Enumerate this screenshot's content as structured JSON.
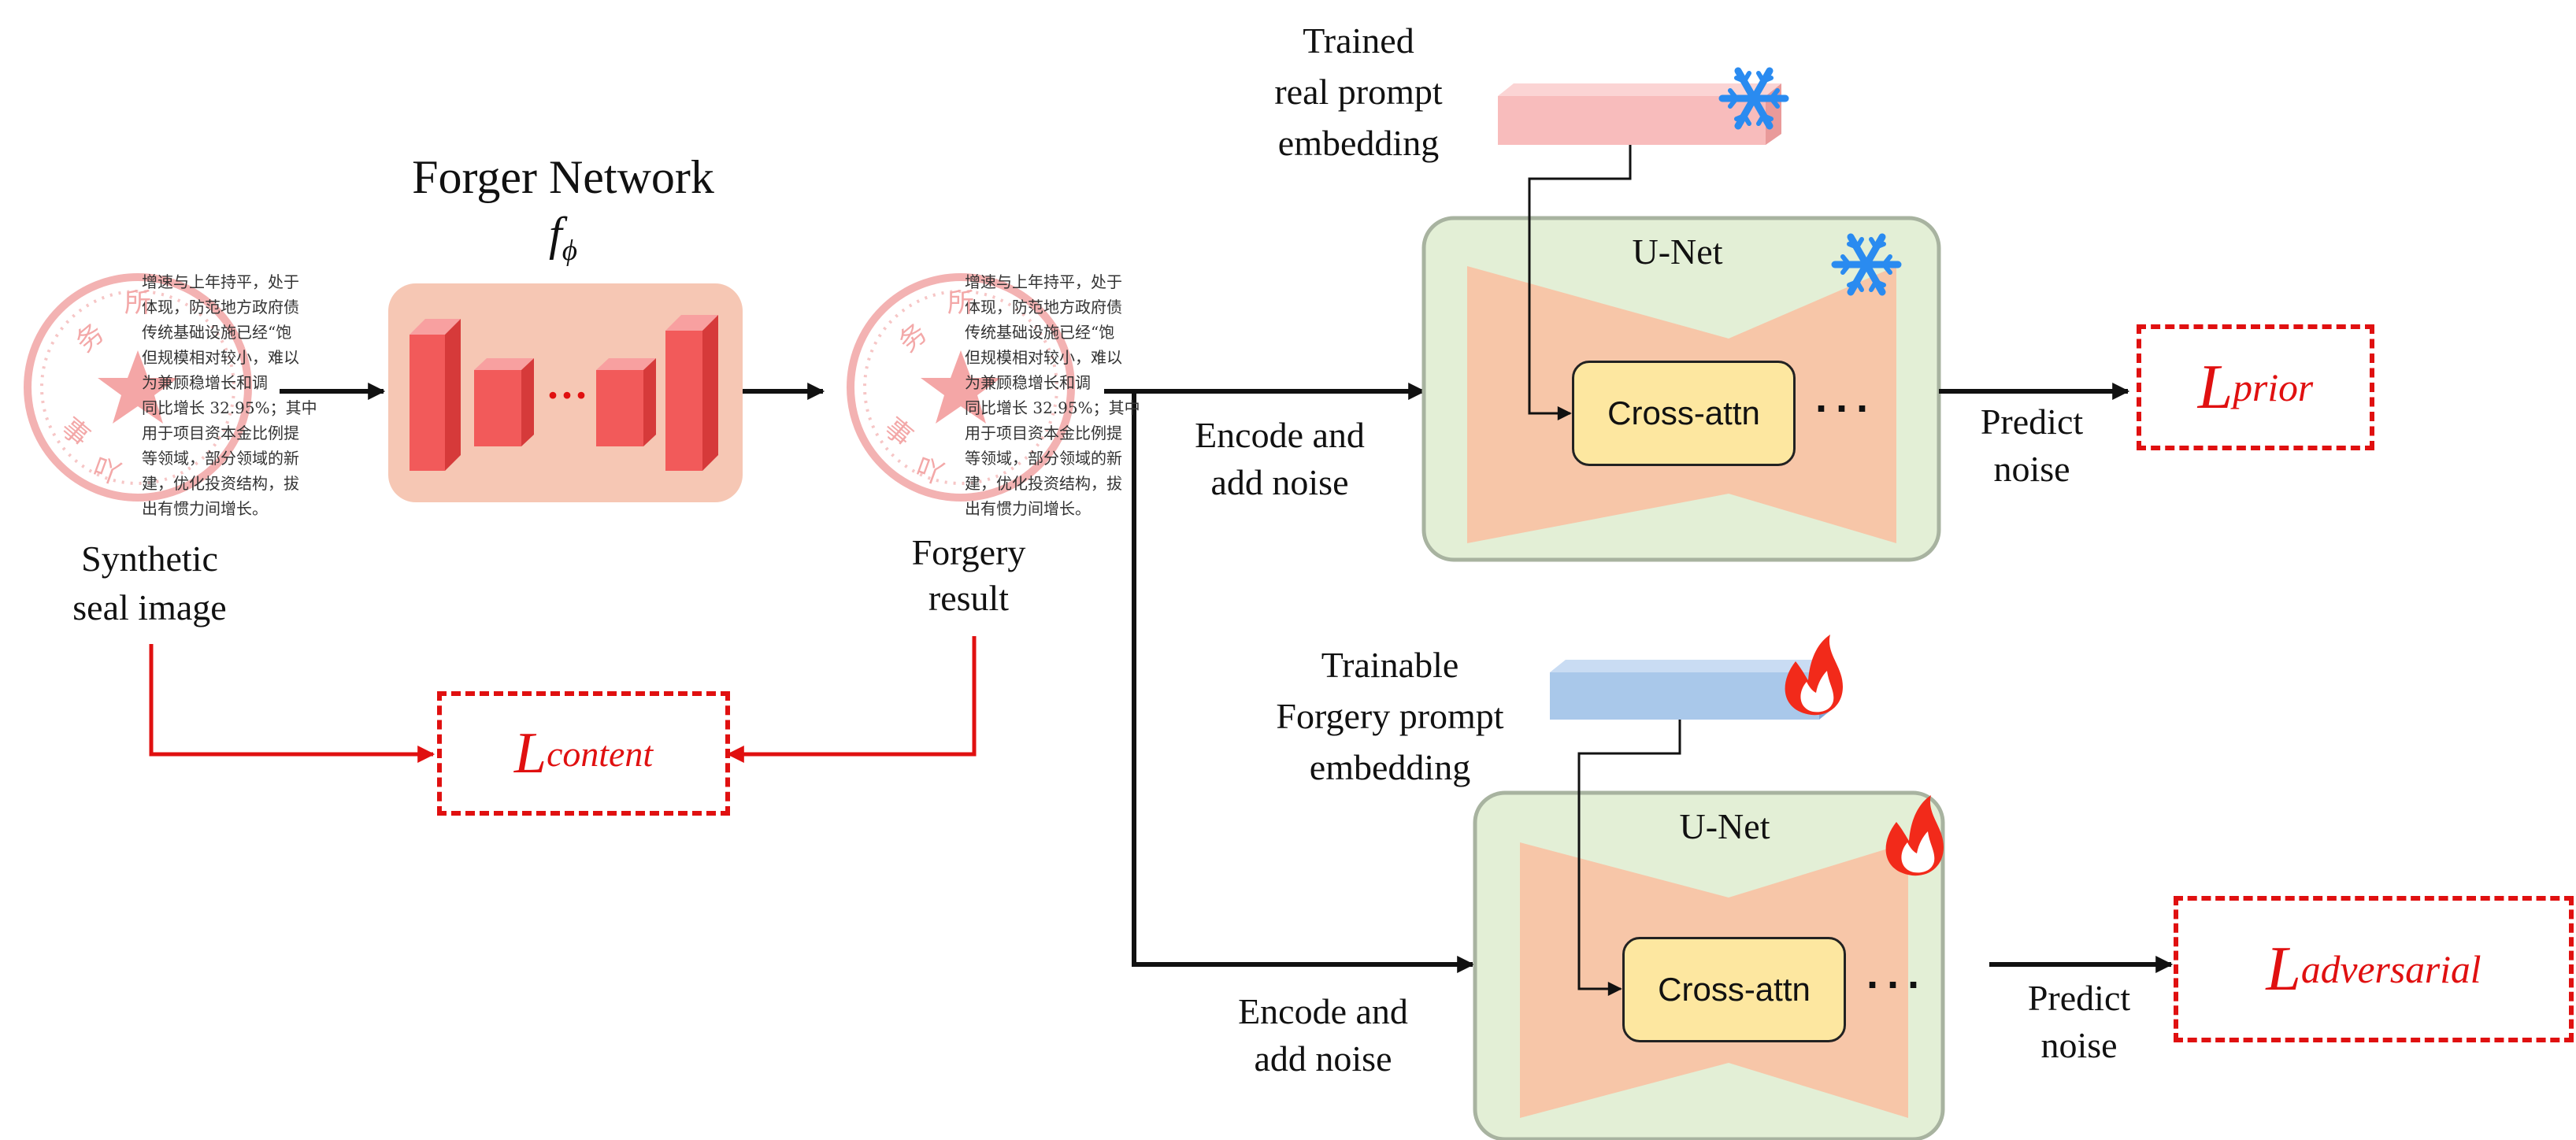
{
  "colors": {
    "arrow_red": "#e01010",
    "unet_fill": "#e3efd6",
    "unet_border": "#a8b3a0",
    "hourglass": "#f7c6a8",
    "cross_attn": "#fde7a0",
    "forger_bg": "#f6c7b4",
    "block_red": "#f25a5a",
    "real_prompt": "#f8bcbc",
    "forgery_prompt": "#a9c8ea"
  },
  "forger": {
    "title": "Forger Network",
    "symbol": "f",
    "symbol_sub": "ϕ",
    "dots": "···"
  },
  "input": {
    "caption_line1": "Synthetic",
    "caption_line2": "seal image"
  },
  "output": {
    "caption_line1": "Forgery",
    "caption_line2": "result"
  },
  "document_text": [
    "增速与上年持平，处于",
    "体现，防范地方政府债",
    "传统基础设施已经“饱",
    "但规模相对较小，难以",
    "为兼顾稳增长和调",
    "同比增长 32.95%；其中",
    "用于项目资本金比例提",
    "等领域，部分领域的新",
    "建，优化投资结构，拔",
    "出有惯力间增长。"
  ],
  "seal_chars": {
    "top_left": "务",
    "top_right": "所",
    "bottom_left": "事",
    "bottom_right": "吖"
  },
  "losses": {
    "content": {
      "main": "L",
      "sub": "content"
    },
    "prior": {
      "main": "L",
      "sub": "prior"
    },
    "adversarial": {
      "main": "L",
      "sub": "adversarial"
    }
  },
  "top_branch": {
    "prompt_label": [
      "Trained",
      "real prompt",
      "embedding"
    ],
    "unet_label": "U-Net",
    "cross_attn": "Cross-attn",
    "dots": "···",
    "encode_label": [
      "Encode and",
      "add noise"
    ],
    "predict_label": [
      "Predict",
      "noise"
    ],
    "state_icon": "snowflake-icon"
  },
  "bottom_branch": {
    "prompt_label": [
      "Trainable",
      "Forgery prompt",
      "embedding"
    ],
    "unet_label": "U-Net",
    "cross_attn": "Cross-attn",
    "dots": "···",
    "encode_label": [
      "Encode and",
      "add noise"
    ],
    "predict_label": [
      "Predict",
      "noise"
    ],
    "state_icon": "flame-icon"
  }
}
